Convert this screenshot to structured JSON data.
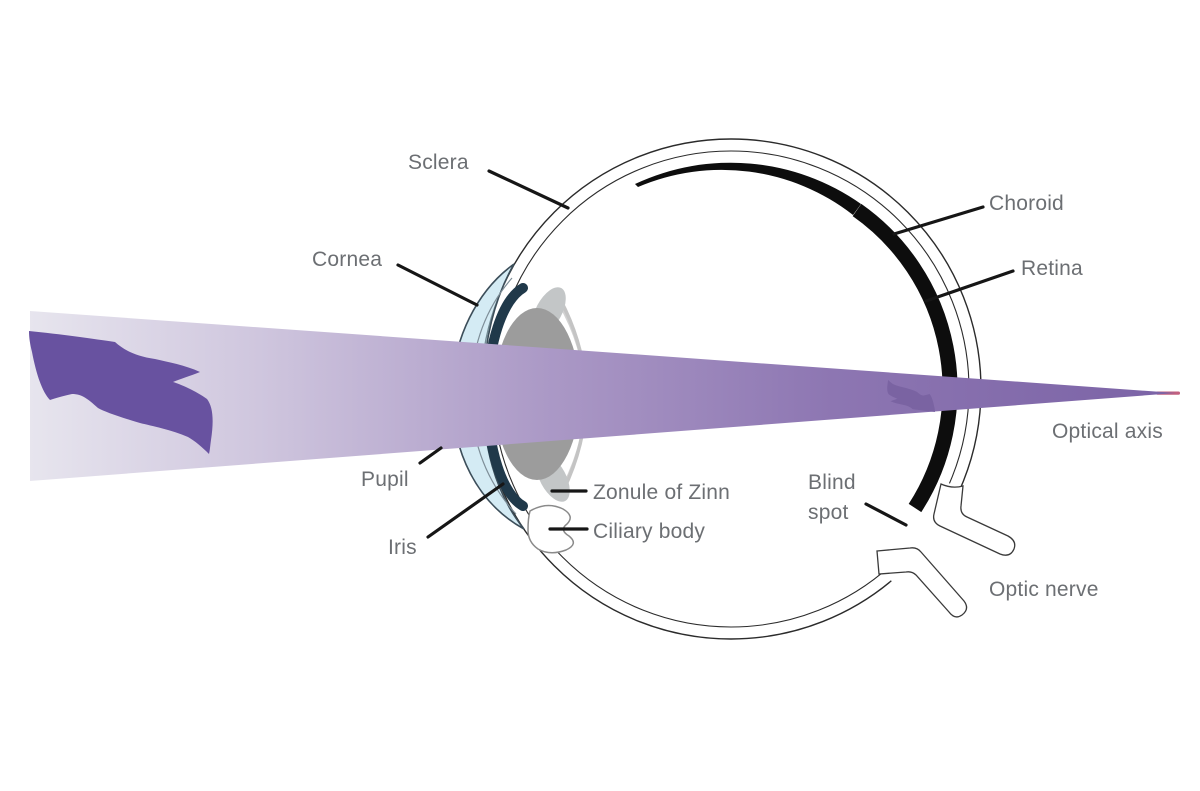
{
  "meta": {
    "type": "anatomical-diagram",
    "subject": "Human eye horizontal cross-section showing how light from an object (flying bird) is refracted by the cornea and lens and focused as an inverted image on the retina along the optical axis"
  },
  "labels": {
    "sclera": "Sclera",
    "cornea": "Cornea",
    "pupil": "Pupil",
    "iris": "Iris",
    "zonule": "Zonule of Zinn",
    "ciliary_body": "Ciliary body",
    "choroid": "Choroid",
    "retina": "Retina",
    "blind_spot_line1": "Blind",
    "blind_spot_line2": "spot",
    "optic_nerve": "Optic nerve",
    "optical_axis": "Optical axis"
  },
  "colors": {
    "background": "#ffffff",
    "eye_outline": "#2b2b2b",
    "retina_choroid_band": "#0d0d0d",
    "beam_gradient_start": "#e7e5ee",
    "beam_gradient_end": "#7b63a6",
    "beam_tip_accent": "#c2607f",
    "bird_object": "#6852a0",
    "bird_retinal_image": "#7a63a2",
    "cornea_fill": "#d8ecf4",
    "iris": "#20394a",
    "lens": "#9c9c9c",
    "zonule": "#c6c6c6",
    "label_text": "#6c6f73",
    "leader_line": "#161616"
  }
}
